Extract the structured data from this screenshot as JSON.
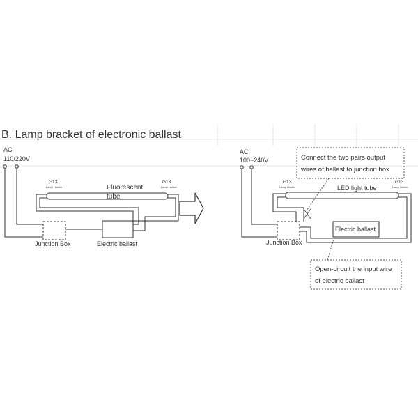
{
  "title": "B. Lamp bracket of electronic ballast",
  "left": {
    "ac": "AC",
    "voltage": "110/220V",
    "g13_left": "G13",
    "holder_left": "Lamp Holder",
    "g13_right": "G13",
    "holder_right": "Lamp Holder",
    "tube_line1": "Fluorescent",
    "tube_line2": "tube",
    "junction_box": "Junction Box",
    "ballast": "Electric ballast"
  },
  "right": {
    "ac": "AC",
    "voltage": "100~240V",
    "g13_left": "G13",
    "holder_left": "Lamp Holder",
    "g13_right": "G13",
    "holder_right": "Lamp Holder",
    "tube": "LED light tube",
    "junction_box": "Junction Box",
    "ballast": "Electric ballast",
    "note_top_line1": "Connect the two pairs output",
    "note_top_line2": "wires of ballast to junction box",
    "note_bottom_line1": "Open-circuit the input wire",
    "note_bottom_line2": "of electric ballast"
  }
}
